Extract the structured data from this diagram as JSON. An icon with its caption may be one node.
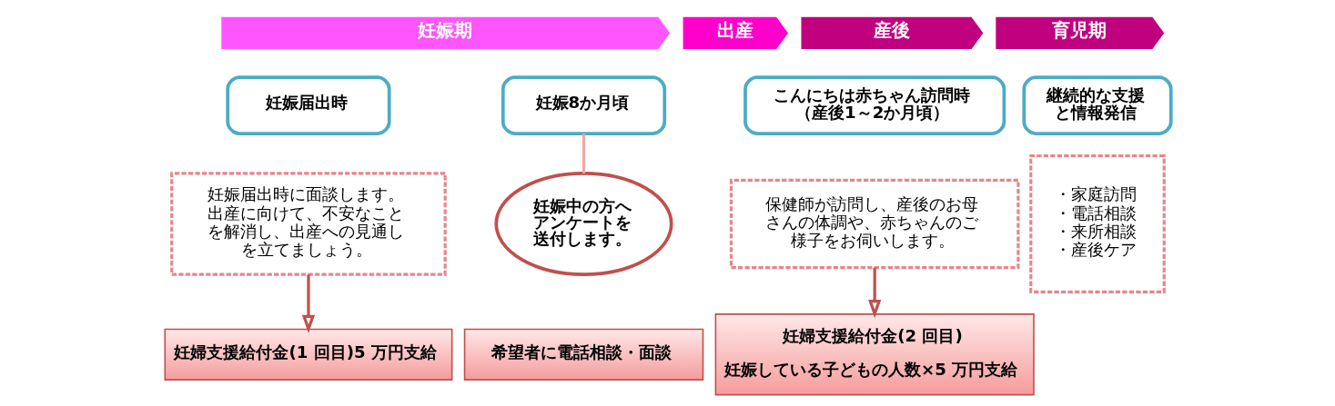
{
  "diagram": {
    "nodes": [
      {
        "text": [
          "妊娠期"
        ]
      },
      {
        "text": [
          "出産"
        ]
      },
      {
        "text": [
          "産後"
        ]
      },
      {
        "text": [
          "育児期"
        ]
      },
      {
        "text": [
          "妊娠届出時"
        ]
      },
      {
        "text": [
          "妊娠8か月頃"
        ]
      },
      {
        "text": [
          "こんにちは赤ちゃん訪問時（産後1～2か月頃）"
        ]
      },
      {
        "text": [
          "継続的な支援と情報発信"
        ]
      },
      {
        "text": [
          "妊娠届出時に面談します。出産に向けて、不安なことを解消し、出産への見通しを立てましょう。"
        ]
      },
      {
        "text": [
          "妊娠中の方へアンケートを送付します。"
        ]
      },
      {
        "text": [
          "保健師が訪問し、産後のお母さんの体調や、赤ちゃんのご様子をお伺いします。"
        ]
      },
      {
        "text": [
          "・家庭訪問",
          "・電話相談",
          "・来所相談",
          "・産後ケア"
        ]
      },
      {
        "text": [
          "妊婦支援給付金(1 回目)5 万円支給"
        ]
      },
      {
        "text": [
          "希望者に電話相談・面談"
        ]
      },
      {
        "text": [
          "妊婦支援給付金(2 回目)",
          "妊娠している子どもの人数×5 万円支給"
        ]
      }
    ],
    "edges": [
      {
        "from": 8,
        "to": 12,
        "arrow": "to"
      },
      {
        "from": 5,
        "to": 9,
        "arrow": "none",
        "color": "#f4a6a6"
      },
      {
        "from": 10,
        "to": 14,
        "arrow": "to"
      }
    ]
  }
}
